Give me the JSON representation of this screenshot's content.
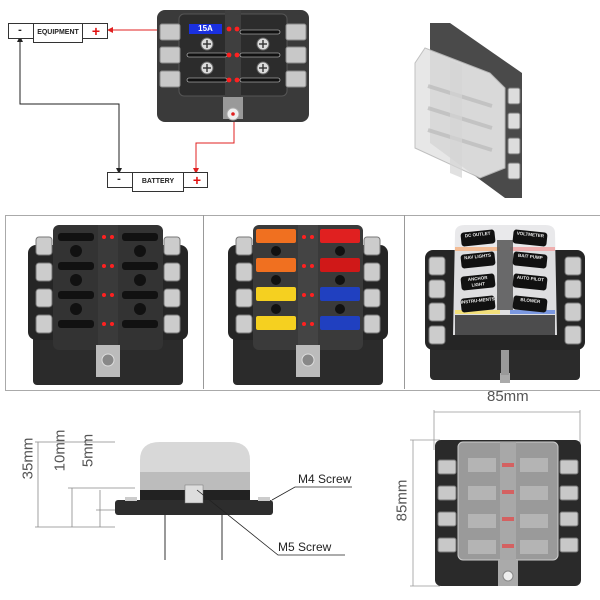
{
  "wiring_diagram": {
    "equipment": {
      "label": "EQUIPMENT",
      "negative": "-",
      "positive": "+"
    },
    "battery": {
      "label": "BATTERY",
      "negative": "-",
      "positive": "+"
    },
    "fuse_label": "15A",
    "wire_colors": {
      "positive": "#e02020",
      "negative": "#222222"
    }
  },
  "product_views": {
    "isometric_cover": {
      "description": "fuse box with transparent cover, isometric view"
    },
    "panels": [
      {
        "name": "empty-fuse-block",
        "fuse_count": 0
      },
      {
        "name": "fuse-block-with-fuses",
        "fuses": [
          {
            "color": "#f07020",
            "side": "left"
          },
          {
            "color": "#e02020",
            "side": "right"
          },
          {
            "color": "#f07020",
            "side": "left"
          },
          {
            "color": "#d01818",
            "side": "right"
          },
          {
            "color": "#f5d020",
            "side": "left"
          },
          {
            "color": "#2040c0",
            "side": "right"
          },
          {
            "color": "#f5d020",
            "side": "left"
          },
          {
            "color": "#2040c0",
            "side": "right"
          }
        ]
      },
      {
        "name": "fuse-block-with-labels",
        "labels": [
          "DC OUTLET",
          "VOLTMETER",
          "NAV LIGHTS",
          "BAIT PUMP",
          "ANCHOR LIGHT",
          "AUTO PILOT",
          "INSTRU-MENTS",
          "BLOWER"
        ]
      }
    ]
  },
  "dimensions": {
    "side_view": {
      "height_total": "35mm",
      "height_base": "10mm",
      "height_plate": "5mm",
      "callout_top": "M4 Screw",
      "callout_bottom": "M5 Screw"
    },
    "top_view": {
      "width": "85mm",
      "height": "85mm"
    }
  },
  "colors": {
    "led_red": "#ff2020",
    "body_black": "#2a2a2a",
    "terminal_silver": "#c8c8c8",
    "fuse_label_blue": "#1a30e0"
  }
}
